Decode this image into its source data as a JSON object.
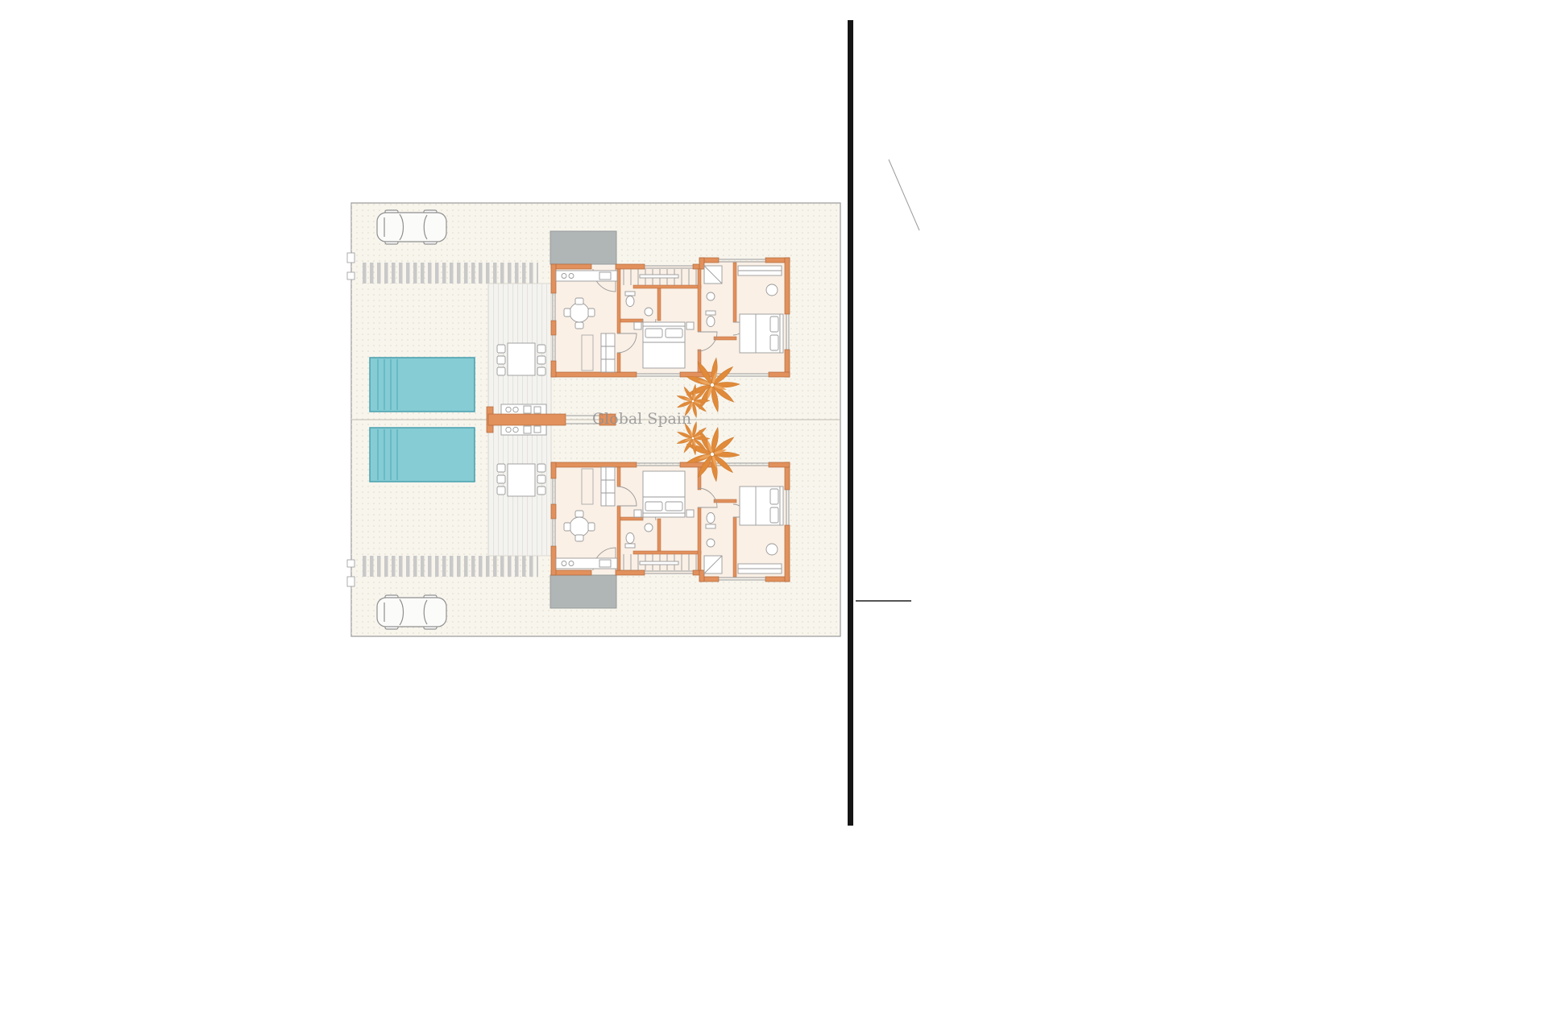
{
  "watermark": {
    "text": "Global Spain"
  },
  "scene": {
    "type": "architectural-site-plan",
    "units": 2,
    "pools": 2,
    "cars": 2,
    "palm_clusters": 2
  },
  "colors": {
    "wall_orange": "#e2905c",
    "wall_orange_dark": "#b0693a",
    "interior_fill": "#faf0e6",
    "pool_teal": "#85ccd5",
    "pool_teal_dark": "#49a0ad",
    "porch_gray": "#b0b5b5",
    "ground_cream": "#f8f5ed",
    "palm_orange": "#e08a3a",
    "line_gray": "#9a9a9a",
    "road_black": "#151515"
  }
}
